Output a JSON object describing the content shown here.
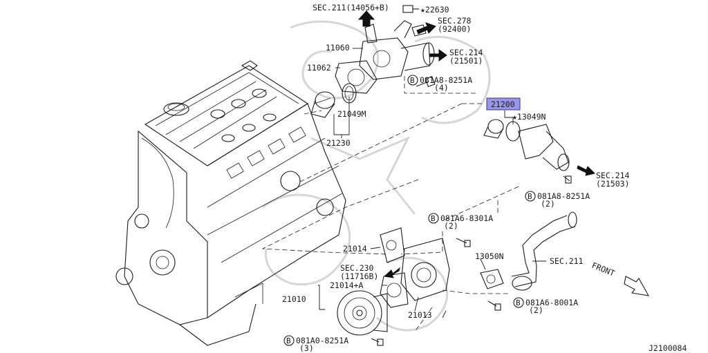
{
  "callouts": {
    "sec211_top": "SEC.211(14056+B)",
    "star_22630": "★22630",
    "sec278": "SEC.278",
    "sec278_ref": "(92400)",
    "p11060": "11060",
    "sec214_a": "SEC.214",
    "sec214_a_ref": "(21501)",
    "p11062": "11062",
    "bolt_8251a_top": "081A8-8251A",
    "bolt_8251a_top_qty": "(4)",
    "p21049m": "21049M",
    "p21230": "21230",
    "p21200": "21200",
    "star_13049n": "★13049N",
    "sec214_b": "SEC.214",
    "sec214_b_ref": "(21503)",
    "bolt_8251a_mid": "081A8-8251A",
    "bolt_8251a_mid_qty": "(2)",
    "bolt_8301a": "081A6-8301A",
    "bolt_8301a_qty": "(2)",
    "p21014": "21014",
    "p13050n": "13050N",
    "sec211_hose": "SEC.211",
    "sec230": "SEC.230",
    "sec230_ref": "(11716B)",
    "p21014a": "21014+A",
    "p21010": "21010",
    "p21013": "21013",
    "bolt_8001a": "081A6-8001A",
    "bolt_8001a_qty": "(2)",
    "bolt_a0_8251a": "081A0-8251A",
    "bolt_a0_8251a_qty": "(3)",
    "front": "FRONT",
    "bolt_symbol": "B"
  },
  "highlight_color": "#9a96e6",
  "figure_id": "J2100084"
}
